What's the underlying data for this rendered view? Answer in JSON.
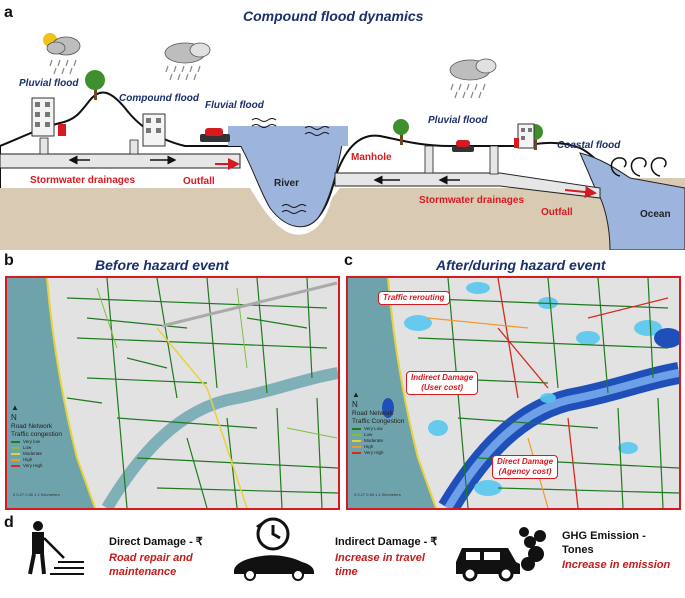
{
  "panel_a": {
    "letter": "a",
    "title": "Compound flood dynamics",
    "labels": {
      "pluvial_left": "Pluvial flood",
      "compound": "Compound flood",
      "fluvial": "Fluvial flood",
      "pluvial_right": "Pluvial flood",
      "coastal": "Coastal flood",
      "manhole": "Manhole",
      "stormwater_left": "Stormwater drainages",
      "outfall_left": "Outfall",
      "river": "River",
      "stormwater_right": "Stormwater drainages",
      "outfall_right": "Outfall",
      "ocean": "Ocean"
    }
  },
  "panel_b": {
    "letter": "b",
    "title": "Before hazard event",
    "legend_title": "Road Network",
    "legend_subtitle": "Traffic congestion",
    "legend_items": [
      {
        "label": "Very low",
        "color": "#1f7a1f"
      },
      {
        "label": "Low",
        "color": "#7fbf3f"
      },
      {
        "label": "Moderate",
        "color": "#e6d33a"
      },
      {
        "label": "High",
        "color": "#f09a2a"
      },
      {
        "label": "Very High",
        "color": "#d42a1f"
      }
    ],
    "scale": "0  0.27 0.55     1.1 Kilometers"
  },
  "panel_c": {
    "letter": "c",
    "title": "After/during hazard event",
    "callouts": {
      "rerouting": "Traffic rerouting",
      "indirect_l1": "Indirect Damage",
      "indirect_l2": "(User cost)",
      "direct_l1": "Direct Damage",
      "direct_l2": "(Agency cost)"
    },
    "legend_title": "Road Network",
    "legend_subtitle": "Traffic Congestion",
    "legend_items": [
      {
        "label": "Very Low",
        "color": "#1f7a1f"
      },
      {
        "label": "Low",
        "color": "#7fbf3f"
      },
      {
        "label": "Moderate",
        "color": "#e6d33a"
      },
      {
        "label": "High",
        "color": "#f09a2a"
      },
      {
        "label": "Very High",
        "color": "#d42a1f"
      }
    ],
    "scale": "0  0.27 0.55     1.1 Kilometers"
  },
  "panel_d": {
    "letter": "d",
    "items": [
      {
        "heading": "Direct Damage - ₹",
        "sub_l1": "Road repair and",
        "sub_l2": "maintenance",
        "icon": "road-worker-icon"
      },
      {
        "heading": "Indirect Damage - ₹",
        "sub_l1": "Increase in travel",
        "sub_l2": "time",
        "icon": "clock-car-icon"
      },
      {
        "heading": "GHG Emission -",
        "heading2": "Tones",
        "sub_l1": "Increase in emission",
        "sub_l2": "",
        "icon": "car-emission-icon"
      }
    ]
  }
}
